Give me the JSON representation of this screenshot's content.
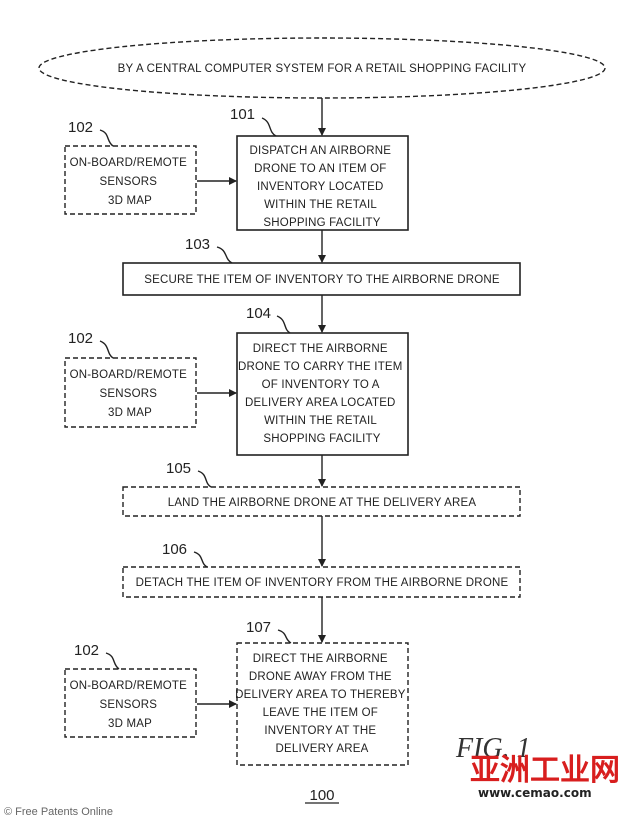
{
  "header": "BY A CENTRAL COMPUTER SYSTEM FOR A RETAIL SHOPPING FACILITY",
  "steps": [
    {
      "ref": "101",
      "lines": [
        "DISPATCH AN AIRBORNE",
        "DRONE TO AN ITEM OF",
        "INVENTORY LOCATED",
        "WITHIN THE RETAIL",
        "SHOPPING FACILITY"
      ]
    },
    {
      "ref": "103",
      "lines": [
        "SECURE THE ITEM OF INVENTORY TO THE AIRBORNE DRONE"
      ]
    },
    {
      "ref": "104",
      "lines": [
        "DIRECT THE AIRBORNE",
        "DRONE TO CARRY THE ITEM",
        "OF INVENTORY TO A",
        "DELIVERY AREA LOCATED",
        "WITHIN THE RETAIL",
        "SHOPPING FACILITY"
      ]
    },
    {
      "ref": "105",
      "lines": [
        "LAND THE AIRBORNE DRONE AT THE DELIVERY AREA"
      ]
    },
    {
      "ref": "106",
      "lines": [
        "DETACH THE ITEM OF INVENTORY FROM THE AIRBORNE DRONE"
      ]
    },
    {
      "ref": "107",
      "lines": [
        "DIRECT THE AIRBORNE",
        "DRONE AWAY FROM THE",
        "DELIVERY AREA TO THEREBY",
        "LEAVE THE ITEM OF",
        "INVENTORY AT THE",
        "DELIVERY AREA"
      ]
    }
  ],
  "sensors": [
    {
      "ref": "102",
      "lines": [
        "ON-BOARD/REMOTE",
        "SENSORS",
        "3D MAP"
      ]
    },
    {
      "ref": "102",
      "lines": [
        "ON-BOARD/REMOTE",
        "SENSORS",
        "3D MAP"
      ]
    },
    {
      "ref": "102",
      "lines": [
        "ON-BOARD/REMOTE",
        "SENSORS",
        "3D MAP"
      ]
    }
  ],
  "figure_label": "FIG. 1",
  "figure_number": "100",
  "credit": "© Free Patents Online",
  "watermark": {
    "text": "亚洲工业网",
    "url": "www.cemao.com"
  }
}
